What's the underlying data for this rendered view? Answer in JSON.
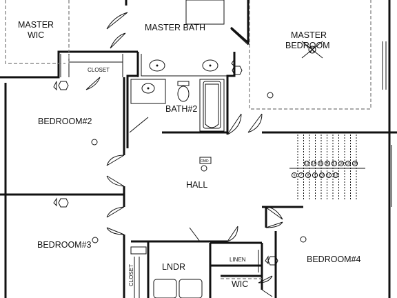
{
  "rooms": {
    "master_wic_line1": "MASTER",
    "master_wic_line2": "WIC",
    "master_bath": "MASTER BATH",
    "master_bedroom_line1": "MASTER",
    "master_bedroom_line2": "BEDROOM",
    "closet": "CLOSET",
    "bath2": "BATH#2",
    "bedroom2": "BEDROOM#2",
    "hall": "HALL",
    "bedroom3": "BEDROOM#3",
    "bedroom4": "BEDROOM#4",
    "laundry": "LNDR",
    "linen": "LINEN",
    "wic": "WIC",
    "closet2": "CLOSET"
  },
  "annotations": {
    "omd": "OMD",
    "stair_numbers_top": [
      "13",
      "14",
      "15",
      "16",
      "17",
      "18",
      "19",
      "20"
    ],
    "stair_numbers_bottom": [
      "6",
      "7",
      "8",
      "9",
      "10",
      "11",
      "12"
    ]
  }
}
